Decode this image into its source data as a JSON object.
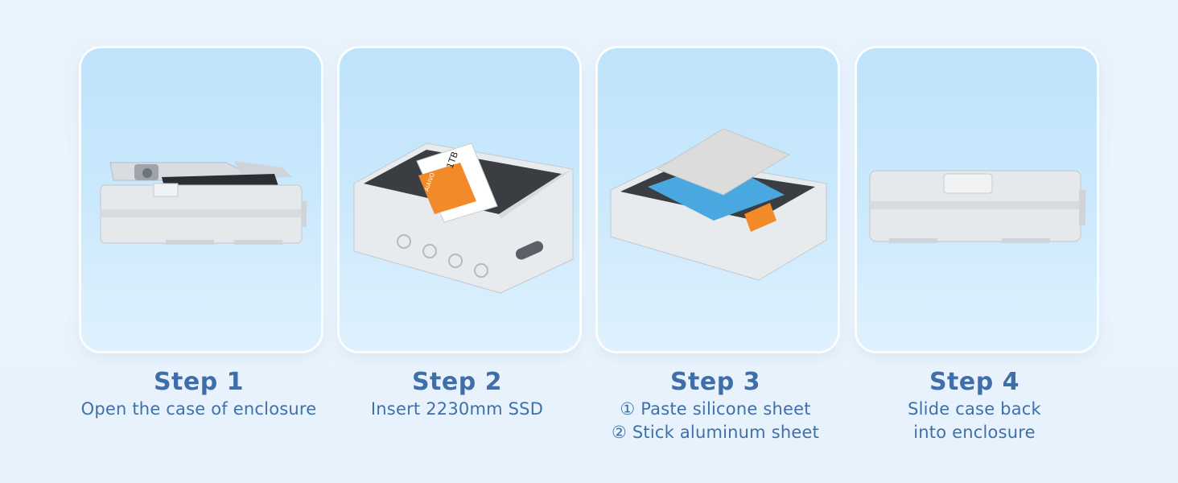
{
  "steps": [
    {
      "title": "Step 1",
      "lines": [
        "Open the case of enclosure"
      ]
    },
    {
      "title": "Step 2",
      "lines": [
        "Insert 2230mm SSD"
      ]
    },
    {
      "title": "Step 3",
      "lines": [
        "① Paste silicone sheet",
        "② Stick aluminum sheet"
      ]
    },
    {
      "title": "Step 4",
      "lines": [
        "Slide case back",
        "into enclosure"
      ]
    }
  ],
  "ssd_label": {
    "capacity": "1TB",
    "brand": "AIAIVO"
  },
  "colors": {
    "text_blue": "#3f6ea8",
    "card_blue": "#c6e7fc",
    "ssd_orange": "#f28a2a",
    "thermal_pad_blue": "#4aa8e0",
    "silicone_grey": "#dcdcdc"
  }
}
